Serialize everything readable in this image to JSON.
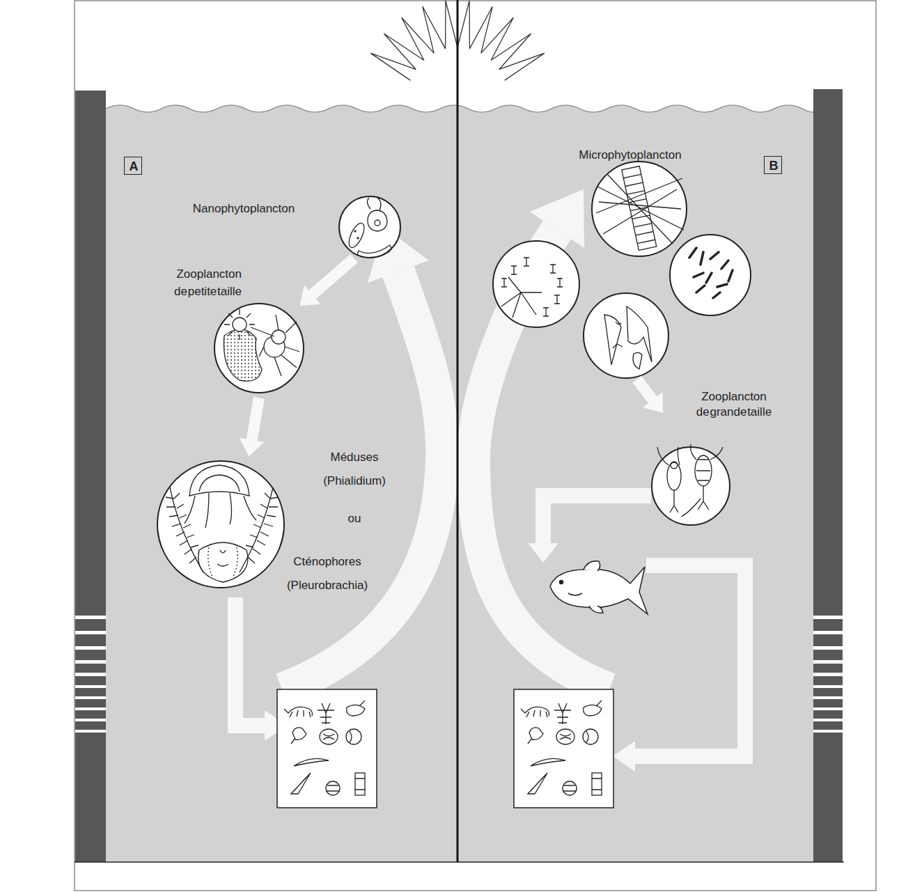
{
  "diagram": {
    "nodes": [
      {
        "text": [
          "A"
        ]
      },
      {
        "text": [
          "Nanophytoplancton"
        ]
      },
      {
        "text": [
          "Zooplancton de petite taille"
        ]
      },
      {
        "text": [
          "Méduses (Phialidium)",
          "ou",
          "Cténophores (Pleurobrachia)"
        ]
      },
      {
        "text": [
          "B"
        ]
      },
      {
        "text": [
          "Microphytoplancton"
        ]
      },
      {
        "text": [
          "Zooplancton de grande taille"
        ]
      }
    ],
    "edges": [
      {
        "from": 1,
        "to": 2,
        "arrow": "to"
      },
      {
        "from": 2,
        "to": 3,
        "arrow": "to"
      },
      {
        "from": 5,
        "to": 6,
        "arrow": "to"
      }
    ]
  }
}
